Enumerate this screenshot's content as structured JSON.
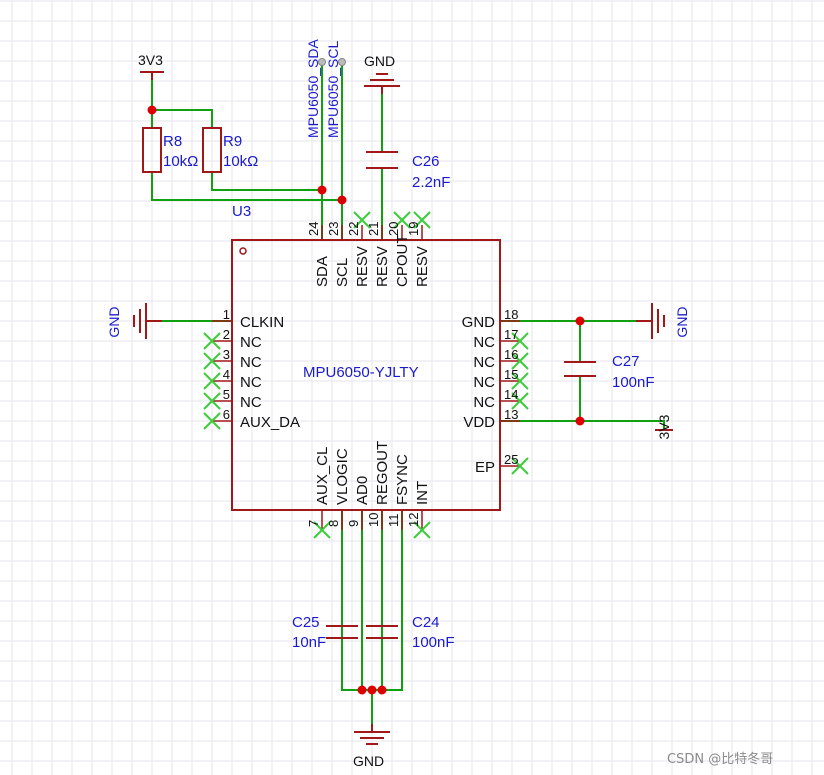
{
  "chip": {
    "ref": "U3",
    "part": "MPU6050-YJLTY"
  },
  "pins": {
    "top": [
      {
        "num": "24",
        "name": "SDA"
      },
      {
        "num": "23",
        "name": "SCL"
      },
      {
        "num": "22",
        "name": "RESV"
      },
      {
        "num": "21",
        "name": "RESV"
      },
      {
        "num": "20",
        "name": "CPOUT"
      },
      {
        "num": "19",
        "name": "RESV"
      }
    ],
    "left": [
      {
        "num": "1",
        "name": "CLKIN"
      },
      {
        "num": "2",
        "name": "NC"
      },
      {
        "num": "3",
        "name": "NC"
      },
      {
        "num": "4",
        "name": "NC"
      },
      {
        "num": "5",
        "name": "NC"
      },
      {
        "num": "6",
        "name": "AUX_DA"
      }
    ],
    "right": [
      {
        "num": "18",
        "name": "GND"
      },
      {
        "num": "17",
        "name": "NC"
      },
      {
        "num": "16",
        "name": "NC"
      },
      {
        "num": "15",
        "name": "NC"
      },
      {
        "num": "14",
        "name": "NC"
      },
      {
        "num": "13",
        "name": "VDD"
      },
      {
        "num": "25",
        "name": "EP"
      }
    ],
    "bottom": [
      {
        "num": "7",
        "name": "AUX_CL"
      },
      {
        "num": "8",
        "name": "VLOGIC"
      },
      {
        "num": "9",
        "name": "AD0"
      },
      {
        "num": "10",
        "name": "REGOUT"
      },
      {
        "num": "11",
        "name": "FSYNC"
      },
      {
        "num": "12",
        "name": "INT"
      }
    ]
  },
  "resistors": [
    {
      "ref": "R8",
      "value": "10kΩ"
    },
    {
      "ref": "R9",
      "value": "10kΩ"
    }
  ],
  "capacitors": [
    {
      "ref": "C26",
      "value": "2.2nF"
    },
    {
      "ref": "C27",
      "value": "100nF"
    },
    {
      "ref": "C25",
      "value": "10nF"
    },
    {
      "ref": "C24",
      "value": "100nF"
    }
  ],
  "power": {
    "vcc_top": "3V3",
    "vcc_right": "3V3",
    "gnd_top": "GND",
    "gnd_left": "GND",
    "gnd_right": "GND",
    "gnd_bottom": "GND"
  },
  "nets": {
    "sda": "MPU6050_SDA",
    "scl": "MPU6050_SCL"
  },
  "watermark": "CSDN @比特冬哥"
}
